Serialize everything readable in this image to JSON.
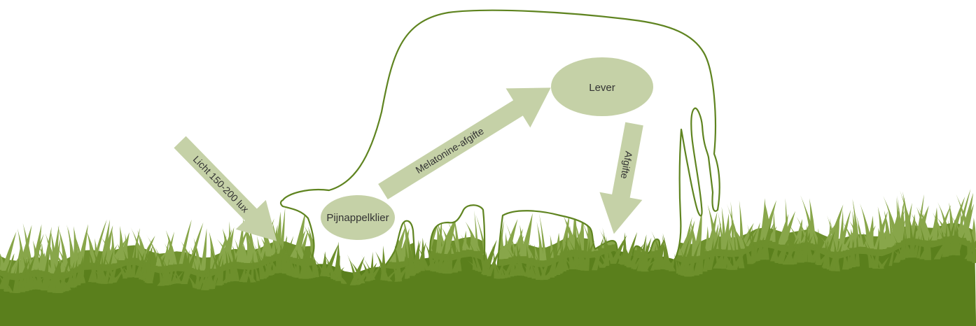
{
  "diagram": {
    "colors": {
      "grass_dark": "#5a7f1c",
      "grass_mid": "#6d8f2c",
      "grass_light": "#88a64a",
      "cow_outline": "#5f8420",
      "shape_fill": "#c5d1a7",
      "text": "#333333"
    },
    "nodes": {
      "pineal_gland": "Pijnappelklier",
      "liver": "Lever"
    },
    "arrows": {
      "light": "Licht 150-200 lux",
      "melatonin_release": "Melatonine-afgifte",
      "release": "Afgifte"
    }
  }
}
